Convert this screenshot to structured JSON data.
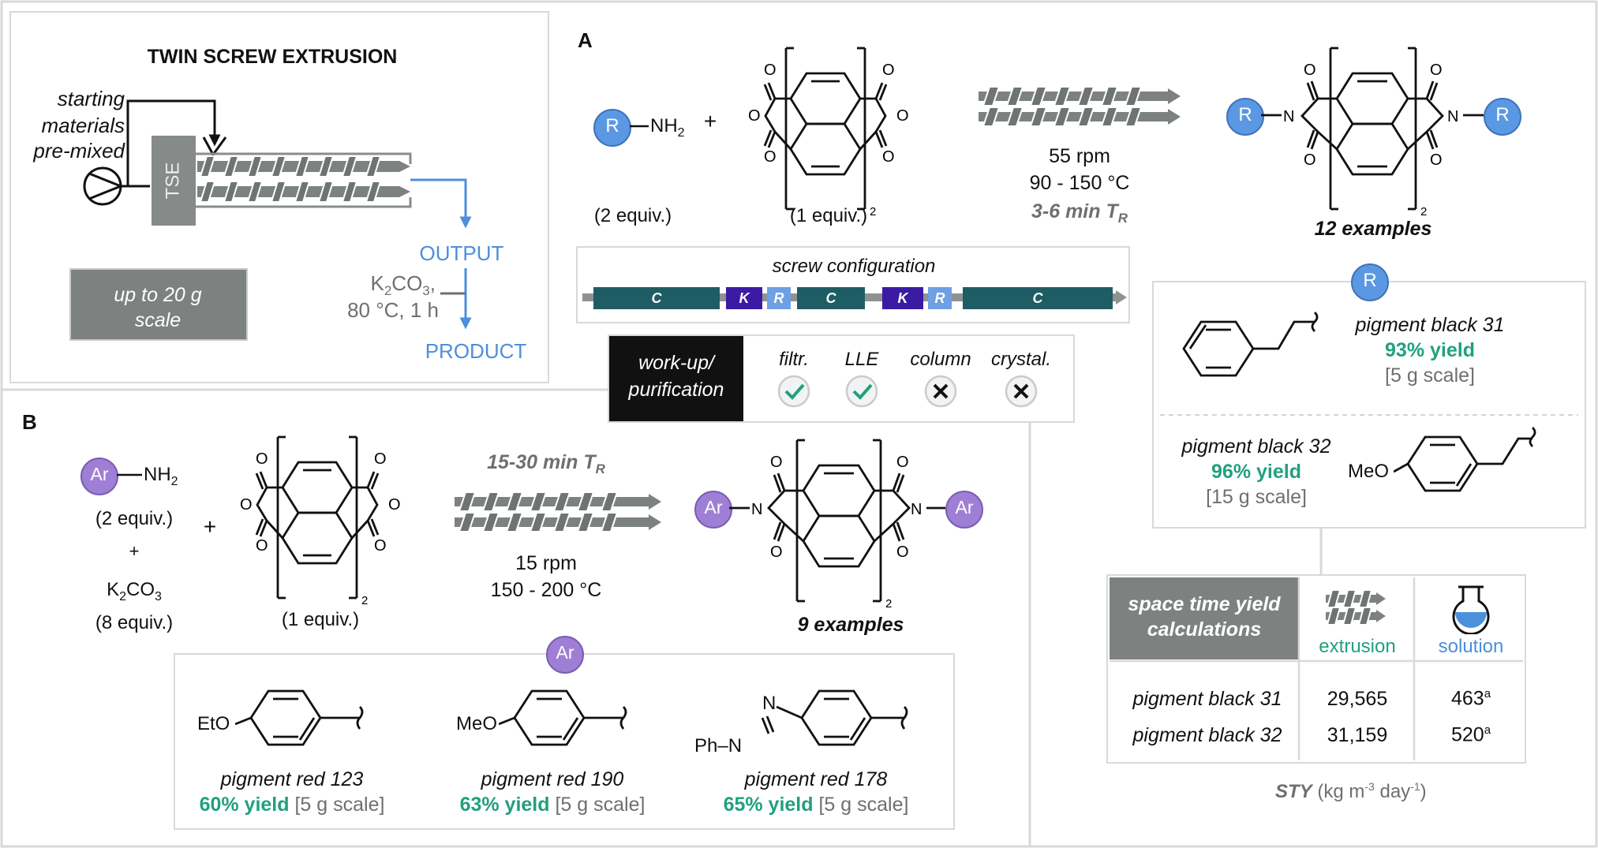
{
  "tse": {
    "title": "TWIN SCREW EXTRUSION",
    "feed_label_1": "starting",
    "feed_label_2": "materials",
    "feed_label_3": "pre-mixed",
    "barrel_label": "TSE",
    "output": "OUTPUT",
    "product": "PRODUCT",
    "post_reagent": "K2CO3,",
    "post_conditions": "80 °C, 1 h",
    "scale_1": "up to 20 g",
    "scale_2": "scale"
  },
  "section_a": {
    "label": "A",
    "reagent_group": "R",
    "amine": "NH2",
    "plus": "+",
    "amine_equiv": "(2 equiv.)",
    "anhydride_equiv": "(1 equiv.)",
    "rpm": "55 rpm",
    "temperature": "90 - 150 °C",
    "residence": "3-6 min TR",
    "examples": "12 examples",
    "screw_title": "screw configuration",
    "screw_segments": [
      "C",
      "K",
      "R",
      "C",
      "K",
      "R",
      "C"
    ],
    "workup_1": "work-up/",
    "workup_2": "purification",
    "workup_methods": [
      {
        "name": "filtr.",
        "ok": true
      },
      {
        "name": "LLE",
        "ok": true
      },
      {
        "name": "column",
        "ok": false
      },
      {
        "name": "crystal.",
        "ok": false
      }
    ],
    "products": [
      {
        "name": "pigment black 31",
        "yield": "93% yield",
        "scale": "[5 g scale]"
      },
      {
        "name": "pigment black 32",
        "yield": "96% yield",
        "scale": "[15 g scale]",
        "substituent": "MeO"
      }
    ]
  },
  "section_b": {
    "label": "B",
    "reagent_group": "Ar",
    "amine": "NH2",
    "amine_equiv": "(2 equiv.)",
    "plus_small": "+",
    "base": "K2CO3",
    "base_equiv": "(8 equiv.)",
    "plus": "+",
    "anhydride_equiv": "(1 equiv.)",
    "residence": "15-30 min TR",
    "rpm": "15 rpm",
    "temperature": "150 - 200 °C",
    "examples": "9 examples",
    "products": [
      {
        "substituent": "EtO",
        "name": "pigment red 123",
        "yield": "60% yield",
        "scale": "[5 g scale]"
      },
      {
        "substituent": "MeO",
        "name": "pigment red 190",
        "yield": "63% yield",
        "scale": "[5 g scale]"
      },
      {
        "substituent": "Ph",
        "name": "pigment red 178",
        "yield": "65% yield",
        "scale": "[5 g scale]"
      }
    ]
  },
  "sty": {
    "header_1": "space time yield",
    "header_2": "calculations",
    "col_extrusion": "extrusion",
    "col_solution": "solution",
    "rows": [
      {
        "name": "pigment black 31",
        "extrusion": "29,565",
        "solution": "463",
        "note": "a"
      },
      {
        "name": "pigment black 32",
        "extrusion": "31,159",
        "solution": "520",
        "note": "a"
      }
    ],
    "footer_label": "STY",
    "footer_unit": "(kg m-3 day-1)"
  },
  "colors": {
    "blue_badge": "#5b98e3",
    "purple_badge": "#9f7fd6",
    "screw_grey": "#6e7472",
    "green": "#21a07e",
    "conveying": "#1f5d64",
    "kneading": "#3b1ba3",
    "reverse": "#6f9fe4"
  }
}
